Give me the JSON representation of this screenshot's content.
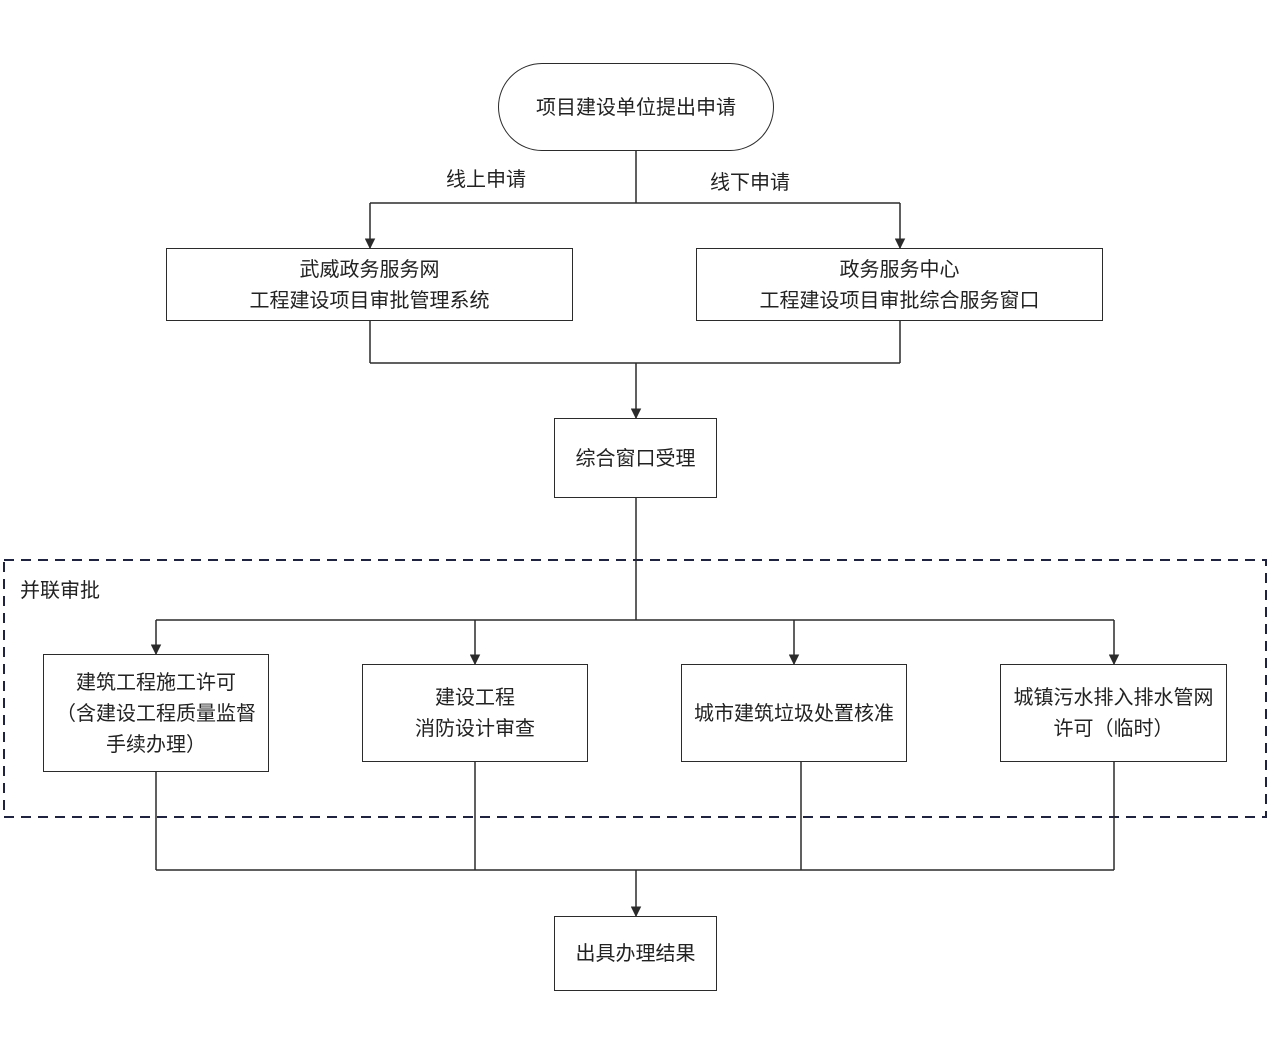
{
  "diagram": {
    "nodes": {
      "start": "项目建设单位提出申请",
      "online_system": "武威政务服务网\n工程建设项目审批管理系统",
      "offline_window": "政务服务中心\n工程建设项目审批综合服务窗口",
      "accept": "综合窗口受理",
      "permit_construction": "建筑工程施工许可\n（含建设工程质量监督\n手续办理）",
      "fire_review": "建设工程\n消防设计审查",
      "waste_approval": "城市建筑垃圾处置核准",
      "sewage_permit": "城镇污水排入排水管网\n许可（临时）",
      "result": "出具办理结果"
    },
    "edge_labels": {
      "online": "线上申请",
      "offline": "线下申请"
    },
    "group": {
      "label": "并联审批"
    },
    "colors": {
      "line": "#2b2b2b",
      "group_border": "#1f2340"
    }
  }
}
